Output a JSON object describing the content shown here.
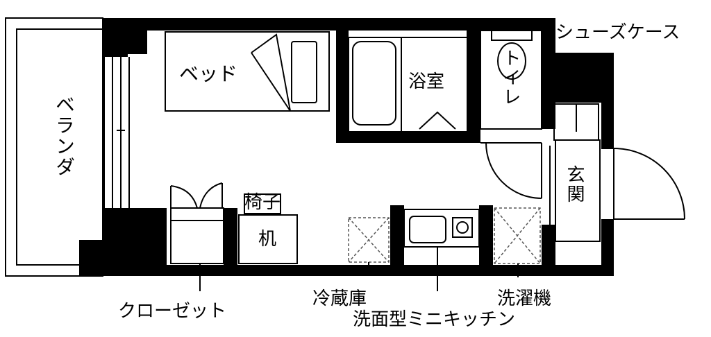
{
  "floor_plan": {
    "colors": {
      "wall": "#000000",
      "background": "#ffffff",
      "dashed": "#555555"
    },
    "rooms": {
      "veranda": "ベランダ",
      "bed": "ベッド",
      "bath": "浴室",
      "toilet": "トイレ",
      "entrance": "玄関",
      "shoe_case": "シューズケース",
      "chair": "椅子",
      "desk": "机",
      "closet": "クローゼット",
      "fridge": "冷蔵庫",
      "kitchen": "洗面型ミニキッチン",
      "washer": "洗濯機"
    }
  }
}
